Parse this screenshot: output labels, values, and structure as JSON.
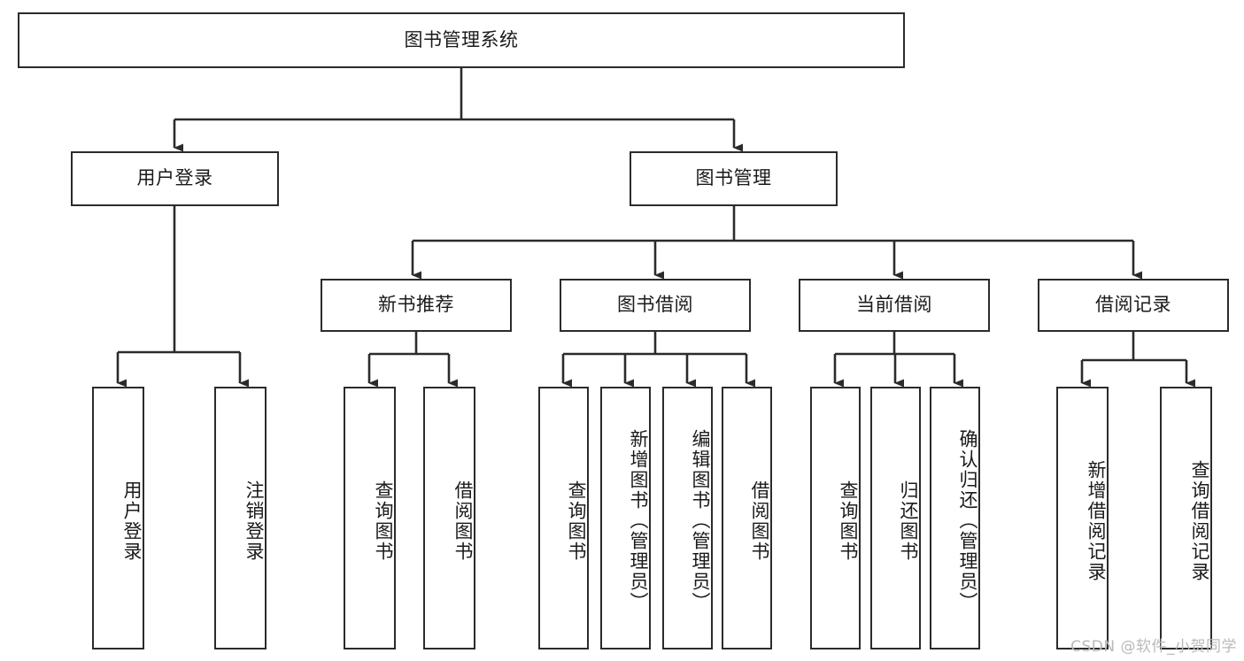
{
  "diagram": {
    "type": "tree-hierarchy",
    "title": "图书管理系统",
    "watermark": "CSDN @软件_小贺同学",
    "colors": {
      "box_border": "#2b2b2b",
      "box_fill": "#ffffff",
      "connector": "#2b2b2b",
      "text": "#1a1a1a",
      "watermark": "#b9b9b9",
      "background": "#ffffff"
    },
    "root": {
      "label": "图书管理系统"
    },
    "level1": [
      {
        "id": "user-login",
        "label": "用户登录"
      },
      {
        "id": "book-management",
        "label": "图书管理"
      }
    ],
    "level2": [
      {
        "id": "new-book-recommend",
        "label": "新书推荐",
        "parent": "book-management"
      },
      {
        "id": "book-borrow",
        "label": "图书借阅",
        "parent": "book-management"
      },
      {
        "id": "current-borrow",
        "label": "当前借阅",
        "parent": "book-management"
      },
      {
        "id": "borrow-records",
        "label": "借阅记录",
        "parent": "book-management"
      }
    ],
    "leaves": [
      {
        "id": "leaf-user-login",
        "label": "用户登录",
        "parent": "user-login"
      },
      {
        "id": "leaf-logout",
        "label": "注销登录",
        "parent": "user-login"
      },
      {
        "id": "leaf-query-book-1",
        "label": "查询图书",
        "parent": "new-book-recommend"
      },
      {
        "id": "leaf-borrow-book-1",
        "label": "借阅图书",
        "parent": "new-book-recommend"
      },
      {
        "id": "leaf-query-book-2",
        "label": "查询图书",
        "parent": "book-borrow"
      },
      {
        "id": "leaf-add-book",
        "label": "新增图书（管理员）",
        "parent": "book-borrow"
      },
      {
        "id": "leaf-edit-book",
        "label": "编辑图书（管理员）",
        "parent": "book-borrow"
      },
      {
        "id": "leaf-borrow-book-2",
        "label": "借阅图书",
        "parent": "book-borrow"
      },
      {
        "id": "leaf-query-book-3",
        "label": "查询图书",
        "parent": "current-borrow"
      },
      {
        "id": "leaf-return-book",
        "label": "归还图书",
        "parent": "current-borrow"
      },
      {
        "id": "leaf-confirm-return",
        "label": "确认归还（管理员）",
        "parent": "current-borrow"
      },
      {
        "id": "leaf-add-record",
        "label": "新增借阅记录",
        "parent": "borrow-records"
      },
      {
        "id": "leaf-query-record",
        "label": "查询借阅记录",
        "parent": "borrow-records"
      }
    ]
  }
}
